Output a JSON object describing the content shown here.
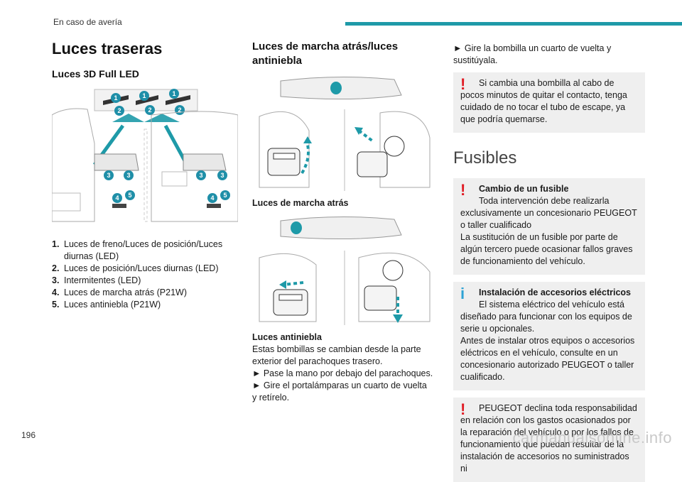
{
  "header": {
    "section": "En caso de avería",
    "accent_color": "#1e9aa8"
  },
  "page_number": "196",
  "footer_watermark": "carmanualsonline.info",
  "col1": {
    "title": "Luces traseras",
    "subtitle": "Luces 3D Full LED",
    "legend": [
      {
        "num": "1.",
        "text": "Luces de freno/Luces de posición/Luces diurnas (LED)"
      },
      {
        "num": "2.",
        "text": "Luces de posición/Luces diurnas (LED)"
      },
      {
        "num": "3.",
        "text": "Intermitentes (LED)"
      },
      {
        "num": "4.",
        "text": "Luces de marcha atrás (P21W)"
      },
      {
        "num": "5.",
        "text": "Luces antiniebla (P21W)"
      }
    ]
  },
  "col2": {
    "title": "Luces de marcha atrás/luces antiniebla",
    "caption1": "Luces de marcha atrás",
    "caption2": "Luces antiniebla",
    "text1": "Estas bombillas se cambian desde la parte exterior del parachoques trasero.",
    "step1": "► Pase la mano por debajo del parachoques.",
    "step2": "► Gire el portalámparas un cuarto de vuelta y retírelo."
  },
  "col3": {
    "step3": "► Gire la bombilla un cuarto de vuelta y sustitúyala.",
    "warn1": "Si cambia una bombilla al cabo de pocos minutos de quitar el contacto, tenga cuidado de no tocar el tubo de escape, ya que podría quemarse.",
    "fuses_title": "Fusibles",
    "warn2_title": "Cambio de un fusible",
    "warn2_lines": [
      "Toda intervención debe realizarla exclusivamente un concesionario PEUGEOT o taller cualificado",
      "La sustitución de un fusible por parte de algún tercero puede ocasionar fallos graves de funcionamiento del vehículo."
    ],
    "info_title": "Instalación de accesorios eléctricos",
    "info_lines": [
      "El sistema eléctrico del vehículo está diseñado para funcionar con los equipos de serie u opcionales.",
      "Antes de instalar otros equipos o accesorios eléctricos en el vehículo, consulte en un concesionario autorizado PEUGEOT o taller cualificado."
    ],
    "warn3": "PEUGEOT declina toda responsabilidad en relación con los gastos ocasionados por la reparación del vehículo o por los fallos de funcionamiento que puedan resultar de la instalación de accesorios no suministrados ni",
    "warn_symbol": "!",
    "info_symbol": "i",
    "warn_color": "#e01b24",
    "info_color": "#2ea3d5"
  },
  "callouts": [
    "1",
    "2",
    "3",
    "4",
    "5"
  ]
}
